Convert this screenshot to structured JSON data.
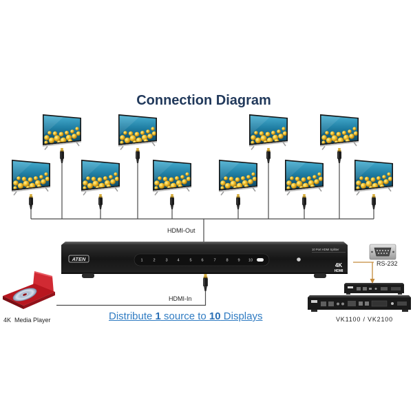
{
  "title": "Connection Diagram",
  "connections": {
    "hdmi_out": "HDMI-Out",
    "hdmi_in": "HDMI-In",
    "rs232": "RS-232"
  },
  "source": {
    "label": "4K  Media Player",
    "icon": "media-player-icon"
  },
  "controller": {
    "label": "VK1100 / VK2100"
  },
  "splitter": {
    "brand": "ATEN",
    "model_label": "10 Port HDMI Splitter",
    "badge_4k": "4K",
    "badge_hdmi": "HDMI",
    "ports": [
      "1",
      "2",
      "3",
      "4",
      "5",
      "6",
      "7",
      "8",
      "9",
      "10"
    ]
  },
  "caption": {
    "prefix": "Distribute ",
    "source_count": "1",
    "middle": " source to ",
    "display_count": "10",
    "suffix": " Displays"
  },
  "icons": {
    "display": "tv-display-icon",
    "plug": "hdmi-plug-icon",
    "serial_port": "db9-serial-port-icon",
    "arrow": "arrow-down-icon"
  },
  "colors": {
    "title": "#21395b",
    "caption": "#2f7bc2",
    "rs232_link": "#c48a3a",
    "media_player": "#b8161f",
    "cable": "#4a4a4a"
  }
}
